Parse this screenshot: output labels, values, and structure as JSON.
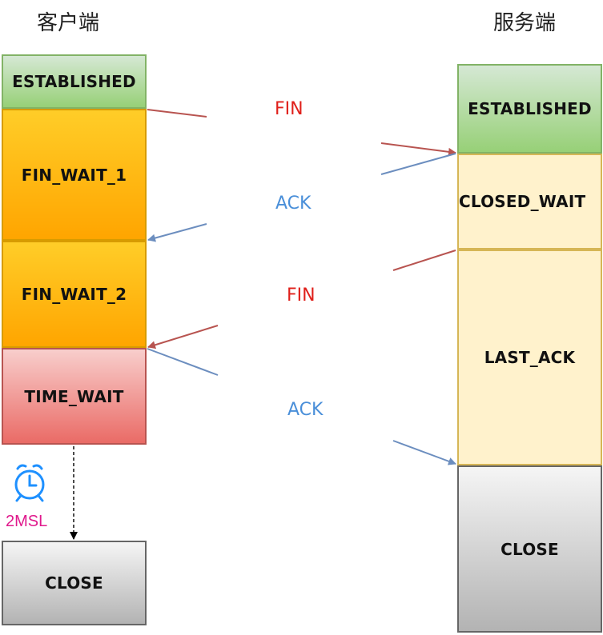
{
  "client": {
    "title": "客户端",
    "states": [
      "ESTABLISHED",
      "FIN_WAIT_1",
      "FIN_WAIT_2",
      "TIME_WAIT",
      "CLOSE"
    ],
    "timer_label": "2MSL",
    "timer_icon": "alarm-clock-icon"
  },
  "server": {
    "title": "服务端",
    "states": [
      "ESTABLISHED",
      "CLOSED_WAIT",
      "LAST_ACK",
      "CLOSE"
    ]
  },
  "messages": [
    "FIN",
    "ACK",
    "FIN",
    "ACK"
  ],
  "colors": {
    "fin": "#e0201b",
    "ack": "#4a8fd9",
    "fin_arrow": "#b85450",
    "ack_arrow": "#6c8ebf",
    "timer": "#1e90ff",
    "timer_label": "#e0198c"
  }
}
